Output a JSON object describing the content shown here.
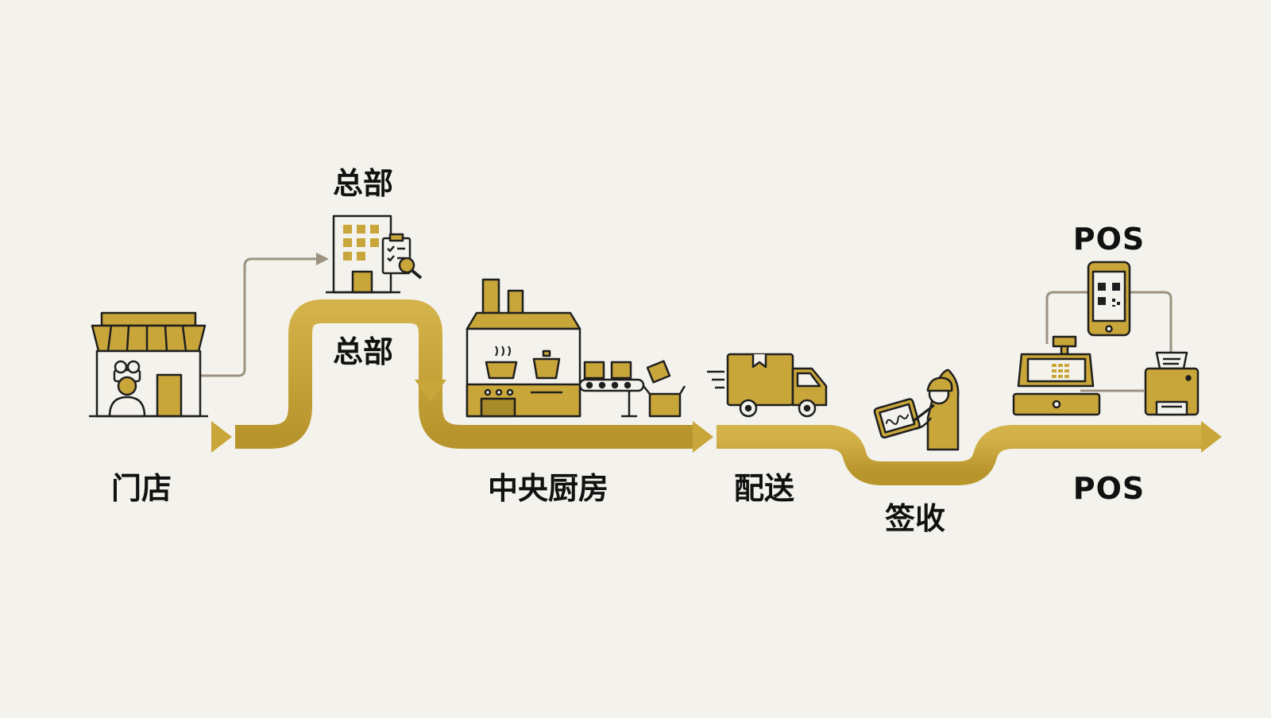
{
  "colors": {
    "background": "#f4f2ec",
    "track": "#c9a63a",
    "track_dark": "#a98a28",
    "outline": "#1f1f1f",
    "connector": "#9b9282",
    "fill": "#c9a63a"
  },
  "labels": {
    "store": "门店",
    "hq_top": "总部",
    "hq_track": "总部",
    "central_kitchen": "中央厨房",
    "delivery": "配送",
    "receipt": "签收",
    "pos_top": "POS",
    "pos_bottom": "POS"
  },
  "icons": {
    "store": "storefront-chef-icon",
    "hq": "office-building-clipboard-icon",
    "central_kitchen": "factory-kitchen-icon",
    "conveyor": "conveyor-boxes-icon",
    "delivery": "delivery-truck-icon",
    "receipt": "courier-tablet-signature-icon",
    "pos": "pos-terminal-phone-printer-icon"
  }
}
